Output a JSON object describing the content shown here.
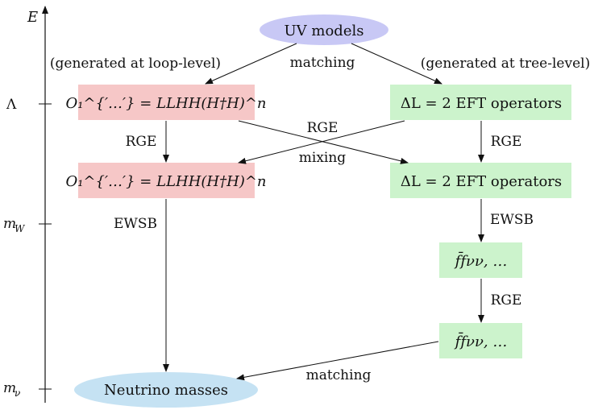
{
  "axis": {
    "energy_label": "E",
    "scale_labels": [
      "Λ",
      "m_W",
      "m_ν"
    ]
  },
  "nodes": {
    "uv_models": "UV models",
    "loop_op_high": "O₁^{′…′} = LLHH(H†H)^n",
    "tree_op_high": "ΔL = 2 EFT operators",
    "loop_op_low": "O₁^{′…′} = LLHH(H†H)^n",
    "tree_op_low": "ΔL = 2 EFT operators",
    "ffnunu_high": "f̄fνν, …",
    "ffnunu_low": "f̄fνν, …",
    "neutrino_masses": "Neutrino masses"
  },
  "labels": {
    "generated_loop": "(generated at loop-level)",
    "generated_tree": "(generated at tree-level)",
    "matching_top": "matching",
    "rge_left": "RGE",
    "rge_cross": "RGE",
    "mixing": "mixing",
    "rge_right": "RGE",
    "ewsb_left": "EWSB",
    "ewsb_right": "EWSB",
    "rge_lower": "RGE",
    "matching_bottom": "matching"
  },
  "colors": {
    "ellipse_top": "#c8c8f5",
    "ellipse_bottom": "#c5e2f3",
    "red_box": "#f6c7c7",
    "green_box": "#ccf3cc"
  }
}
